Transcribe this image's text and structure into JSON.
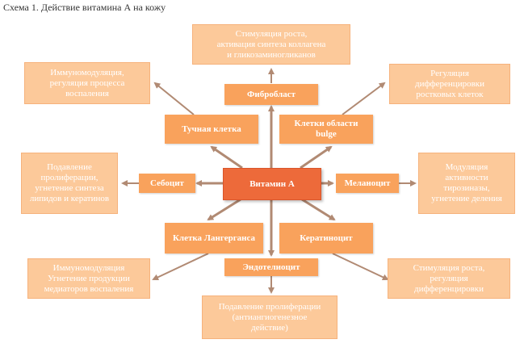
{
  "caption": "Схема 1. Действие витамина А на кожу",
  "colors": {
    "outer_box": "#fcc99a",
    "middle_box": "#f9a25c",
    "center_box": "#ed6a3a",
    "arrow": "#b18a73",
    "text": "#ffffff"
  },
  "center": "Витамин А",
  "cells": {
    "fibroblast": "Фибробласт",
    "mast_cell": "Тучная клетка",
    "bulge_cell": "Клетки области\nbulge",
    "sebocyte": "Себоцит",
    "melanocyte": "Меланоцит",
    "langerhans": "Клетка Лангерганса",
    "keratinocyte": "Кератиноцит",
    "endotheliocyte": "Эндотелиоцит"
  },
  "effects": {
    "fibroblast": "Стимуляция роста,\nактивация синтеза коллагена\nи гликозаминогликанов",
    "mast_cell": "Иммуномодуляция,\nрегуляция процесса\nвоспаления",
    "bulge_cell": "Регуляция\nдифференцировки\nростковых клеток",
    "sebocyte": "Подавление\nпролиферации,\nугнетение синтеза\nлипидов и кератинов",
    "melanocyte": "Модуляция\nактивности\nтирозиназы,\nугнетение деления",
    "langerhans": "Иммуномодуляция\nУгнетение продукции\nмедиаторов воспаления",
    "keratinocyte": "Стимуляция роста,\nрегуляция\nдифференцировки",
    "endotheliocyte": "Подавление пролиферации\n(антиангиогенезное\nдействие)"
  }
}
